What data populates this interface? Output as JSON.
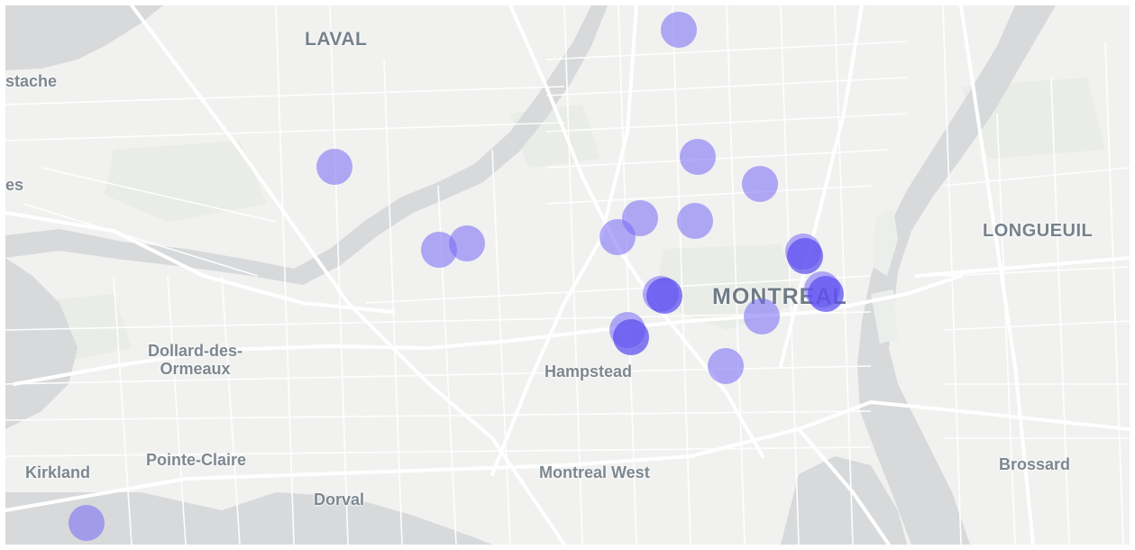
{
  "map": {
    "labels": [
      {
        "id": "laval",
        "text": "LAVAL",
        "kind": "city"
      },
      {
        "id": "saint-eustache",
        "text": "stache",
        "kind": "town"
      },
      {
        "id": "partial-west",
        "text": "es",
        "kind": "town"
      },
      {
        "id": "longueuil",
        "text": "LONGUEUIL",
        "kind": "city"
      },
      {
        "id": "montreal",
        "text": "MONTREAL",
        "kind": "city-big"
      },
      {
        "id": "dollard-des-ormeaux",
        "text": "Dollard-des-\nOrmeaux",
        "kind": "town"
      },
      {
        "id": "hampstead",
        "text": "Hampstead",
        "kind": "town"
      },
      {
        "id": "kirkland",
        "text": "Kirkland",
        "kind": "town"
      },
      {
        "id": "pointe-claire",
        "text": "Pointe-Claire",
        "kind": "town"
      },
      {
        "id": "montreal-west",
        "text": "Montreal West",
        "kind": "town"
      },
      {
        "id": "dorval",
        "text": "Dorval",
        "kind": "town"
      },
      {
        "id": "brossard",
        "text": "Brossard",
        "kind": "town"
      }
    ],
    "marker_count": 20,
    "colors": {
      "land": "#f1f1f0",
      "water": "#d6d8da",
      "park": "#e8ebe6",
      "road": "#ffffff",
      "marker": "#7668f5",
      "label": "#7d8790"
    }
  }
}
